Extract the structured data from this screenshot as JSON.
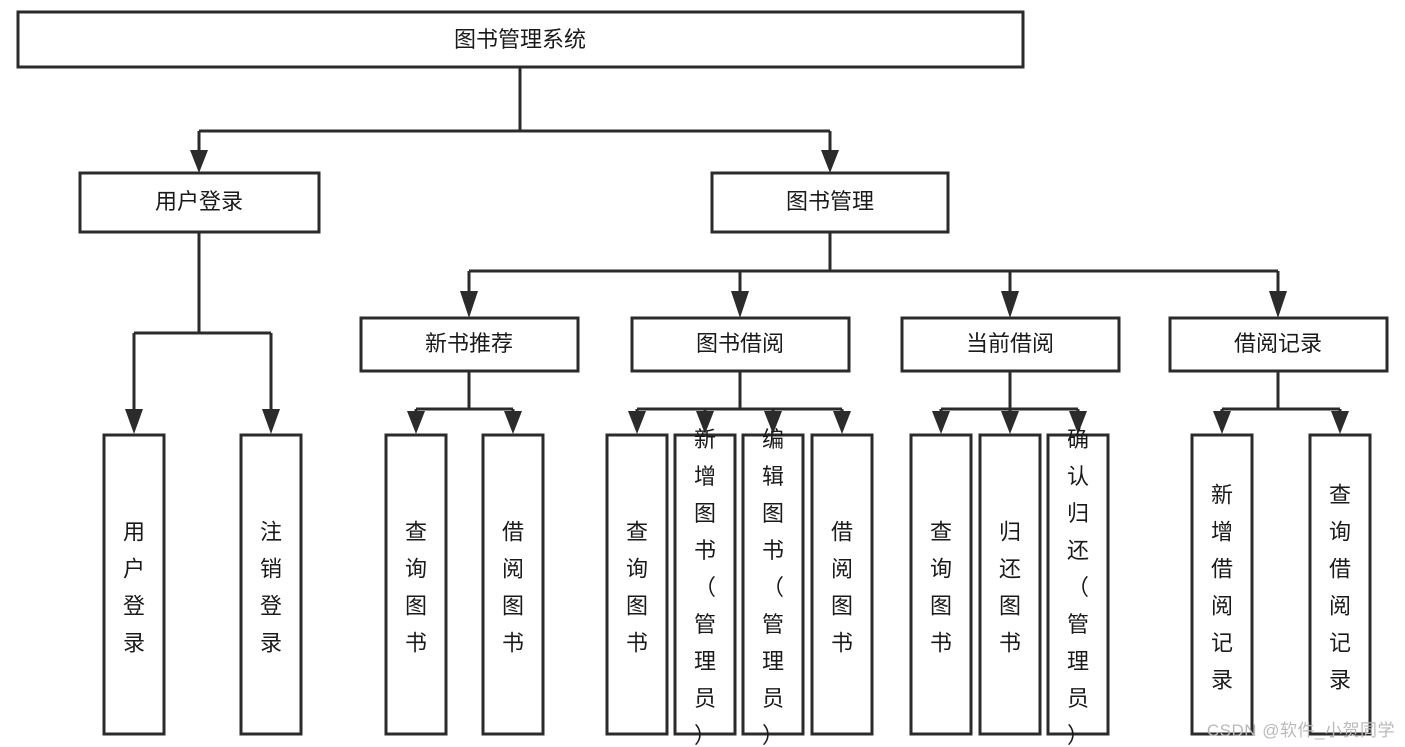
{
  "diagram": {
    "type": "tree-hierarchy",
    "orientation": "top-down",
    "root": {
      "id": "root",
      "label": "图书管理系统"
    },
    "level1": [
      {
        "id": "user-login",
        "label": "用户登录"
      },
      {
        "id": "book-manage",
        "label": "图书管理"
      }
    ],
    "level2": [
      {
        "id": "new-book-recommend",
        "label": "新书推荐",
        "parent": "book-manage"
      },
      {
        "id": "book-borrow",
        "label": "图书借阅",
        "parent": "book-manage"
      },
      {
        "id": "current-borrow",
        "label": "当前借阅",
        "parent": "book-manage"
      },
      {
        "id": "borrow-record",
        "label": "借阅记录",
        "parent": "book-manage"
      }
    ],
    "leaves": [
      {
        "id": "leaf-user-login",
        "label": "用户登录",
        "parent": "user-login"
      },
      {
        "id": "leaf-user-logout",
        "label": "注销登录",
        "parent": "user-login"
      },
      {
        "id": "leaf-query-book-1",
        "label": "查询图书",
        "parent": "new-book-recommend"
      },
      {
        "id": "leaf-borrow-book-1",
        "label": "借阅图书",
        "parent": "new-book-recommend"
      },
      {
        "id": "leaf-query-book-2",
        "label": "查询图书",
        "parent": "book-borrow"
      },
      {
        "id": "leaf-add-book",
        "label": "新增图书（管理员）",
        "parent": "book-borrow"
      },
      {
        "id": "leaf-edit-book",
        "label": "编辑图书（管理员）",
        "parent": "book-borrow"
      },
      {
        "id": "leaf-borrow-book-2",
        "label": "借阅图书",
        "parent": "book-borrow"
      },
      {
        "id": "leaf-query-book-3",
        "label": "查询图书",
        "parent": "current-borrow"
      },
      {
        "id": "leaf-return-book",
        "label": "归还图书",
        "parent": "current-borrow"
      },
      {
        "id": "leaf-confirm-return",
        "label": "确认归还（管理员）",
        "parent": "current-borrow"
      },
      {
        "id": "leaf-add-record",
        "label": "新增借阅记录",
        "parent": "borrow-record"
      },
      {
        "id": "leaf-query-record",
        "label": "查询借阅记录",
        "parent": "borrow-record"
      }
    ],
    "colors": {
      "box_stroke": "#2b2b2b",
      "box_fill": "#ffffff",
      "connector": "#2b2b2b",
      "text": "#1a1a1a",
      "watermark": "#b9b9b9",
      "background": "#ffffff"
    }
  },
  "watermark": {
    "text": "CSDN @软件_小贺同学"
  }
}
